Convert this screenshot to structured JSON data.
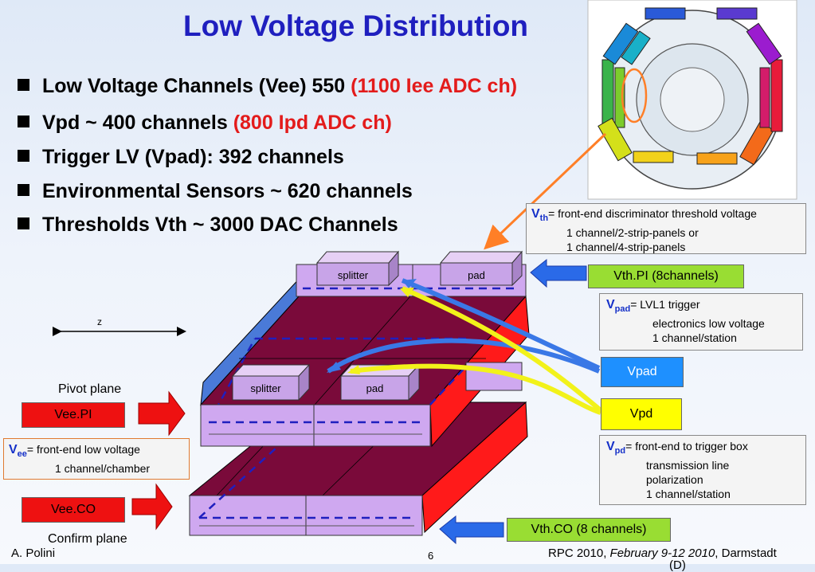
{
  "slide": {
    "title": "Low Voltage Distribution",
    "bullets": [
      {
        "text": "Low Voltage Channels (Vee) 550 ",
        "highlight": "(1100 Iee ADC ch)"
      },
      {
        "text": "Vpd ~ 400 channels  ",
        "highlight": "(800 Ipd ADC ch)"
      },
      {
        "text": "Trigger LV (Vpad): 392 channels",
        "highlight": ""
      },
      {
        "text": "Environmental Sensors ~ 620 channels",
        "highlight": ""
      },
      {
        "text": "Thresholds Vth  ~ 3000 DAC Channels",
        "highlight": ""
      }
    ]
  },
  "callouts": {
    "vth": {
      "symbol": "V",
      "sub": "th",
      "line1": "= front-end discriminator threshold voltage",
      "line2": "1 channel/2-strip-panels or",
      "line3": "1 channel/4-strip-panels"
    },
    "vpad": {
      "symbol": "V",
      "sub": "pad",
      "line1": "= LVL1 trigger",
      "line2": "electronics low voltage",
      "line3": "1 channel/station"
    },
    "vpd": {
      "symbol": "V",
      "sub": "pd",
      "line1": "= front-end to trigger box",
      "line2": "transmission line",
      "line3": "polarization",
      "line4": "1 channel/station"
    },
    "vee": {
      "symbol": "V",
      "sub": "ee",
      "line1": "= front-end low voltage",
      "line2": "1 channel/chamber"
    }
  },
  "labels": {
    "vth_pi": "Vth.PI (8channels)",
    "vth_co": "Vth.CO (8 channels)",
    "vpad": "Vpad",
    "vpd": "Vpd",
    "vee_pi": "Vee.PI",
    "vee_co": "Vee.CO",
    "pivot_plane": "Pivot plane",
    "confirm_plane": "Confirm plane",
    "z_axis": "z",
    "splitter_top": "splitter",
    "pad_top": "pad",
    "splitter_bottom": "splitter",
    "pad_bottom": "pad"
  },
  "footer": {
    "author": "A. Polini",
    "page": "6",
    "conf_prefix": "RPC 2010, ",
    "conf_date": "February 9-12 2010",
    "conf_suffix": ", Darmstadt",
    "conf_country": "(D)"
  },
  "colors": {
    "title": "#1f1fbf",
    "highlight": "#e31b1b",
    "vth_label": "#99dd33",
    "vpad_label": "#1e90ff",
    "vpd_label": "#ffff00",
    "vee_label": "#ee1111",
    "chamber": "#7a0a3a",
    "chamber_edge": "#ff1a1a",
    "board": "#cfa8f0"
  }
}
